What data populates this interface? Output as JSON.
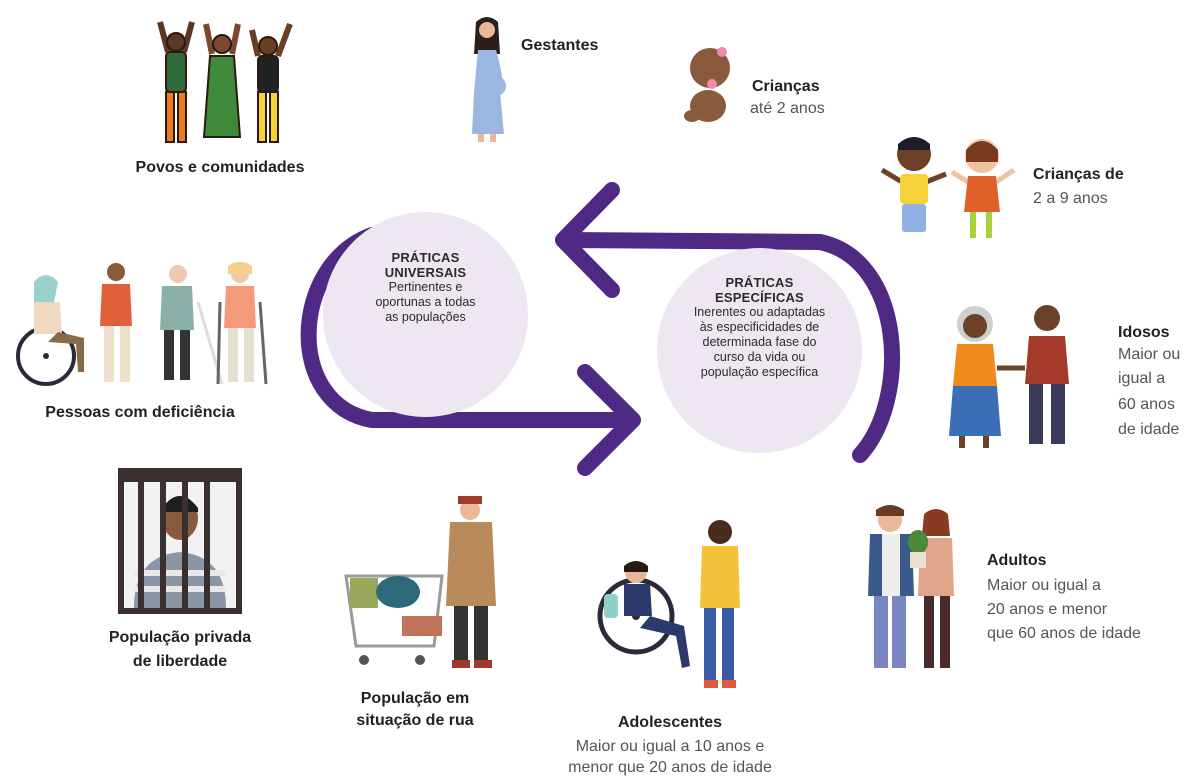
{
  "colors": {
    "arrow": "#4e2a84",
    "circle_fill": "#ece7f1",
    "text": "#222222",
    "muted": "#555555"
  },
  "center": {
    "universal": {
      "title_line1": "PRÁTICAS",
      "title_line2": "UNIVERSAIS",
      "description": "Pertinentes e oportunas a todas as populações"
    },
    "specific": {
      "title_line1": "PRÁTICAS",
      "title_line2": "ESPECÍFICAS",
      "description": "Inerentes ou adaptadas às especificidades de determinada fase do curso da vida ou população específica"
    }
  },
  "groups": {
    "povos": {
      "title": "Povos e comunidades",
      "icon": "people-raising-arms-icon"
    },
    "gestantes": {
      "title": "Gestantes",
      "icon": "pregnant-woman-icon"
    },
    "criancas2": {
      "title": "Crianças",
      "subtitle": "até 2 anos",
      "icon": "baby-icon"
    },
    "criancas9": {
      "title": "Crianças de",
      "subtitle": "2 a 9 anos",
      "icon": "children-jumping-icon"
    },
    "idosos": {
      "title": "Idosos",
      "sub_line1": "Maior ou",
      "sub_line2": "igual a",
      "sub_line3": "60 anos",
      "sub_line4": "de idade",
      "icon": "elderly-couple-icon"
    },
    "adultos": {
      "title": "Adultos",
      "sub_line1": "Maior ou igual a",
      "sub_line2": "20 anos e menor",
      "sub_line3": "que 60 anos de idade",
      "icon": "adult-couple-icon"
    },
    "adolescentes": {
      "title": "Adolescentes",
      "sub_line1": "Maior ou igual a 10 anos e",
      "sub_line2": "menor que 20 anos de idade",
      "icon": "teenagers-icon"
    },
    "rua": {
      "title_line1": "População em",
      "title_line2": "situação de rua",
      "icon": "homeless-man-cart-icon"
    },
    "privada": {
      "title_line1": "População privada",
      "title_line2": "de liberdade",
      "icon": "prisoner-behind-bars-icon"
    },
    "deficiencia": {
      "title": "Pessoas com deficiência",
      "icon": "people-with-disabilities-icon"
    }
  }
}
